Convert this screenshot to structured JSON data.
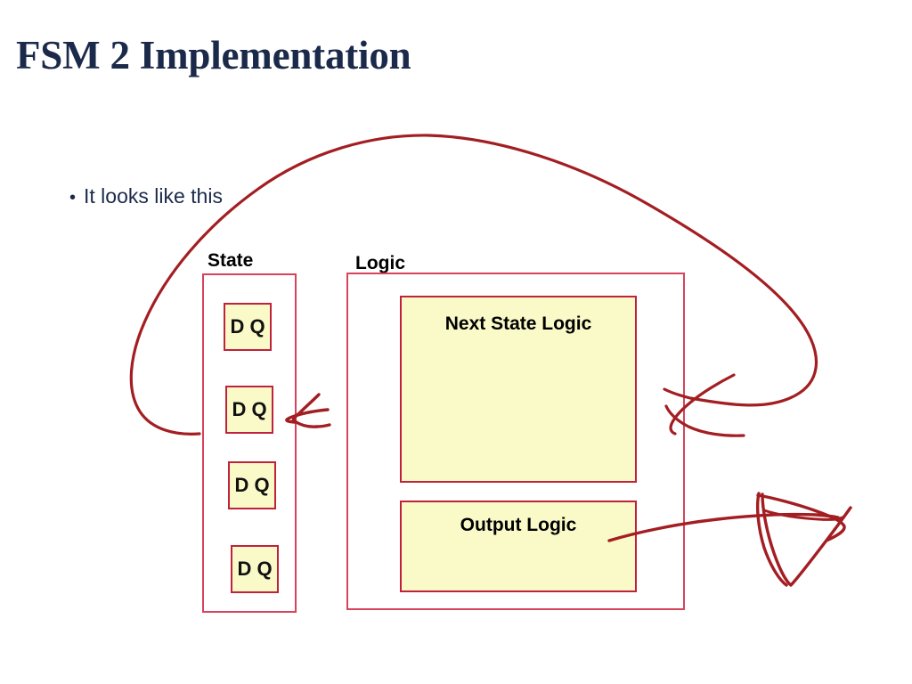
{
  "slide": {
    "title": "FSM 2 Implementation",
    "bullet": {
      "marker": "•",
      "text": "It looks like this"
    }
  },
  "diagram": {
    "groups": [
      {
        "id": "state",
        "label": "State"
      },
      {
        "id": "logic",
        "label": "Logic"
      }
    ],
    "flip_flops": [
      {
        "label": "D Q"
      },
      {
        "label": "D Q"
      },
      {
        "label": "D Q"
      },
      {
        "label": "D Q"
      }
    ],
    "logic_blocks": [
      {
        "id": "next-state-logic",
        "label": "Next State Logic"
      },
      {
        "id": "output-logic",
        "label": "Output Logic"
      }
    ]
  },
  "annotations": {
    "ink_color": "#a31e22",
    "strokes": [
      {
        "name": "feedback-loop",
        "description": "large red loop from state register left side over the top and down to the right side of the logic block"
      },
      {
        "name": "next-state-arrowhead",
        "description": "hand drawn arrowhead on the right edge of the logic box"
      },
      {
        "name": "state-input-arrow",
        "description": "arrow pointing left into the second D Q flip flop"
      },
      {
        "name": "output-arrow",
        "description": "line from the output logic block to a hand drawn triangular arrowhead at the right"
      },
      {
        "name": "triangle-arrowhead",
        "description": "triangular scribbled arrowhead at the lower right"
      }
    ]
  },
  "colors": {
    "title": "#1b2a4a",
    "body_text": "#1b2a4a",
    "box_fill": "#fafac8",
    "box_border": "#c0223c",
    "outer_border": "#d6435b",
    "ink": "#a31e22",
    "background": "#ffffff"
  }
}
